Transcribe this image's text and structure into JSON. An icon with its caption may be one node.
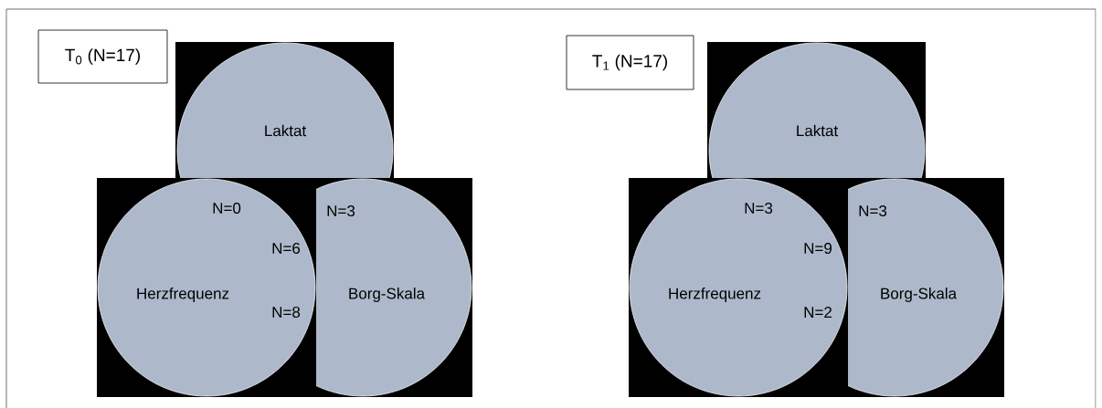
{
  "diagram": {
    "nodes": [
      {
        "text": [
          "T$_{0}$ (N=17)"
        ]
      },
      {
        "text": [
          "Laktat"
        ]
      },
      {
        "text": [
          "Herzfrequenz"
        ]
      },
      {
        "text": [
          "Borg-Skala"
        ]
      },
      {
        "text": [
          "T$_{1}$ (N=17)"
        ]
      },
      {
        "text": [
          "Laktat"
        ]
      },
      {
        "text": [
          "Herzfrequenz"
        ]
      },
      {
        "text": [
          "Borg-Skala"
        ]
      }
    ],
    "labels": [
      "N=0",
      "N=3",
      "N=6",
      "N=8",
      "N=3",
      "N=3",
      "N=9",
      "N=2"
    ]
  }
}
